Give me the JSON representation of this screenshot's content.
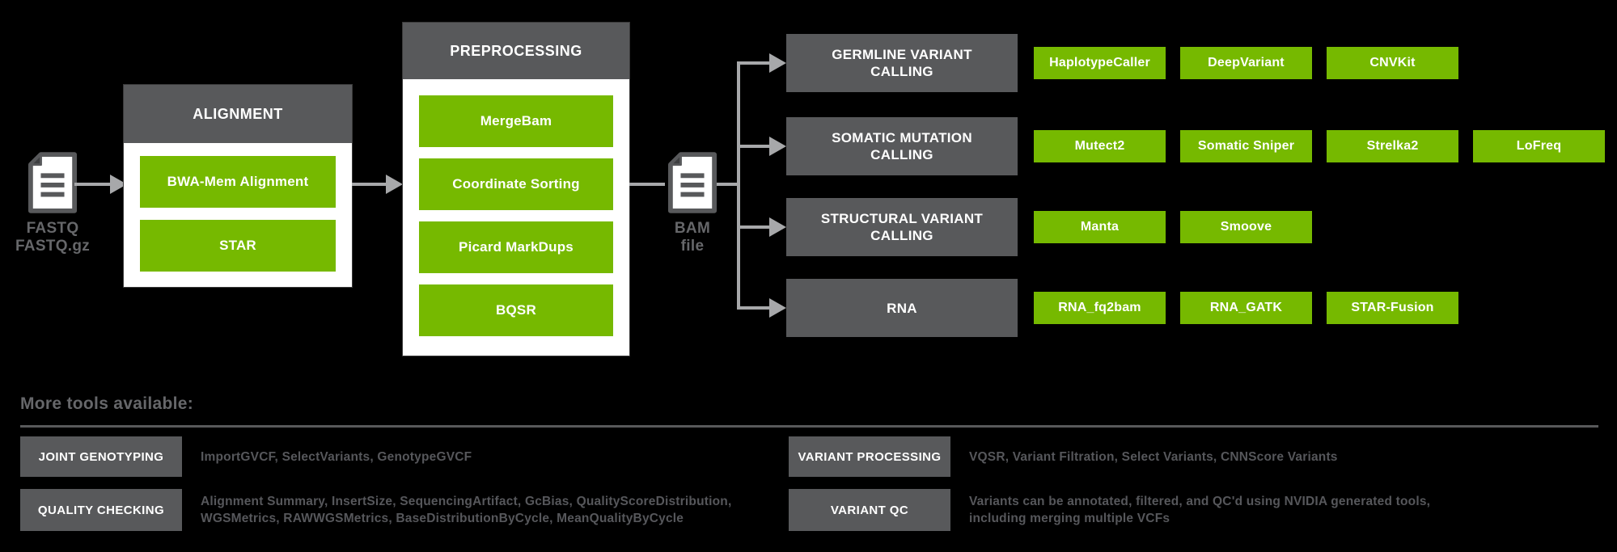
{
  "colors": {
    "background": "#000000",
    "nvidia_green": "#76B900",
    "box_gray": "#58595B",
    "line_gray": "#A7A8AA",
    "label_gray": "#66676A",
    "white": "#FFFFFF"
  },
  "pipeline": {
    "input": {
      "icon": "fastq-file-icon",
      "label_line1": "FASTQ",
      "label_line2": "FASTQ.gz"
    },
    "alignment": {
      "title": "ALIGNMENT",
      "tools": [
        "BWA-Mem Alignment",
        "STAR"
      ]
    },
    "preprocessing": {
      "title": "PREPROCESSING",
      "tools": [
        "MergeBam",
        "Coordinate Sorting",
        "Picard MarkDups",
        "BQSR"
      ]
    },
    "intermediate": {
      "icon": "bam-file-icon",
      "label_line1": "BAM",
      "label_line2": "file"
    },
    "branches": [
      {
        "category": "GERMLINE VARIANT CALLING",
        "tools": [
          "HaplotypeCaller",
          "DeepVariant",
          "CNVKit"
        ]
      },
      {
        "category": "SOMATIC MUTATION CALLING",
        "tools": [
          "Mutect2",
          "Somatic Sniper",
          "Strelka2",
          "LoFreq"
        ]
      },
      {
        "category": "STRUCTURAL VARIANT CALLING",
        "tools": [
          "Manta",
          "Smoove"
        ]
      },
      {
        "category": "RNA",
        "tools": [
          "RNA_fq2bam",
          "RNA_GATK",
          "STAR-Fusion"
        ]
      }
    ]
  },
  "more_tools": {
    "heading": "More tools available:",
    "entries": [
      {
        "label": "JOINT GENOTYPING",
        "description": "ImportGVCF, SelectVariants, GenotypeGVCF"
      },
      {
        "label": "QUALITY CHECKING",
        "description": "Alignment Summary, InsertSize, SequencingArtifact, GcBias, QualityScoreDistribution,\nWGSMetrics, RAWWGSMetrics, BaseDistributionByCycle, MeanQualityByCycle"
      },
      {
        "label": "VARIANT PROCESSING",
        "description": "VQSR, Variant Filtration, Select Variants, CNNScore Variants"
      },
      {
        "label": "VARIANT QC",
        "description": "Variants can be annotated, filtered, and QC'd using NVIDIA generated tools,\nincluding merging multiple VCFs"
      }
    ]
  }
}
